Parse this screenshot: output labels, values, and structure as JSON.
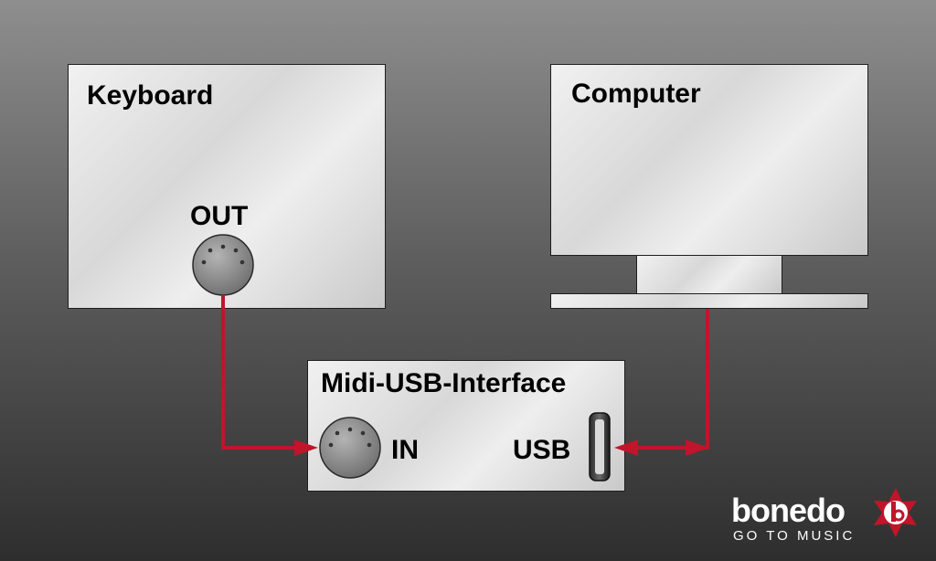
{
  "keyboard": {
    "title": "Keyboard",
    "port_label": "OUT"
  },
  "computer": {
    "title": "Computer"
  },
  "interface": {
    "title": "Midi-USB-Interface",
    "in_label": "IN",
    "usb_label": "USB"
  },
  "logo": {
    "wordmark": "bonedo",
    "tagline": "GO TO MUSIC"
  },
  "colors": {
    "cable": "#c0152a",
    "box_border": "#1e1e1e",
    "connector": "#8a8a8a"
  }
}
